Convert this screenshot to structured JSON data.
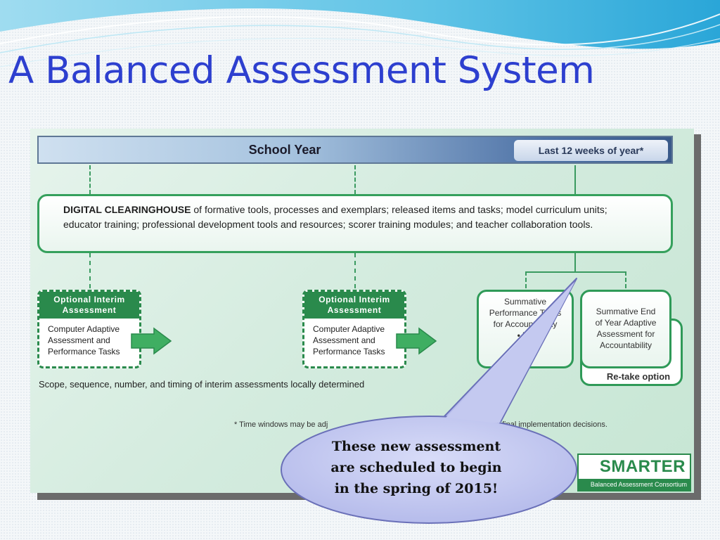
{
  "slide": {
    "title": "A Balanced Assessment System"
  },
  "figure": {
    "school_year": "School Year",
    "last_weeks": "Last 12 weeks of year*",
    "clearinghouse_bold": "DIGITAL CLEARINGHOUSE",
    "clearinghouse_text": "of formative tools, processes and exemplars; released items and tasks; model curriculum units; educator training; professional development tools and resources; scorer training modules; and teacher collaboration tools.",
    "interim": [
      {
        "head_line1": "Optional Interim",
        "head_line2": "Assessment",
        "body_line1": "Computer Adaptive",
        "body_line2": "Assessment and",
        "body_line3": "Performance Tasks"
      },
      {
        "head_line1": "Optional Interim",
        "head_line2": "Assessment",
        "body_line1": "Computer Adaptive",
        "body_line2": "Assessment and",
        "body_line3": "Performance Tasks"
      }
    ],
    "scope_note": "Scope, sequence, number, and timing of interim assessments locally determined",
    "summative_perf": {
      "line1": "Summative",
      "line2": "Performance Tasks",
      "line3": "for Accountability",
      "bullet1": "• Re",
      "bullet2": "•"
    },
    "summative_end": {
      "line1": "Summative End",
      "line2": "of Year Adaptive",
      "line3": "Assessment for",
      "line4": "Accountability"
    },
    "retake": "Re-take option",
    "footnote_left": "* Time windows may be adj",
    "footnote_right": "nda and final implementation decisions.",
    "logo_word": "SMARTER",
    "logo_sub": "Balanced Assessment Consortium"
  },
  "callout": {
    "line1": "These new assessment",
    "line2": "are scheduled to begin",
    "line3": "in the spring of 2015!"
  },
  "colors": {
    "title": "#2d3fcf",
    "green": "#2a8a4c",
    "callout_fill": "#c3c8f0"
  }
}
